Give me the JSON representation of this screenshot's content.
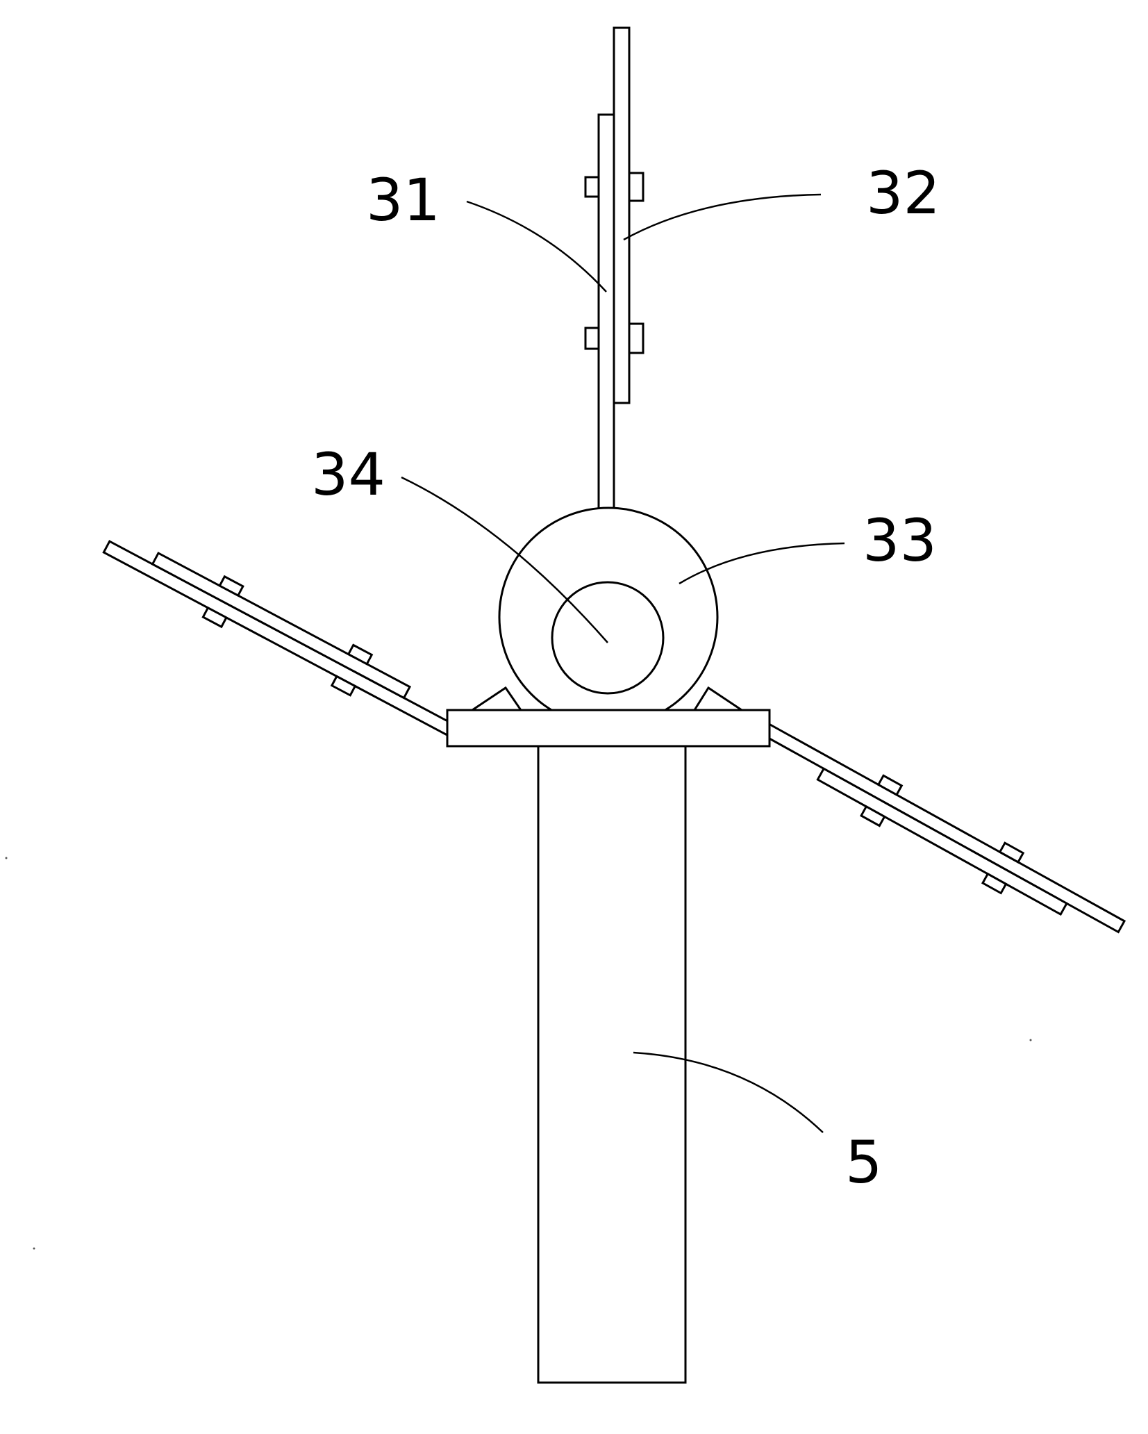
{
  "figure": {
    "labels": {
      "pole": "5",
      "blade_inner": "31",
      "blade_outer": "32",
      "hub": "33",
      "shaft": "34"
    },
    "colors": {
      "line": "#000000",
      "background": "#ffffff"
    }
  }
}
